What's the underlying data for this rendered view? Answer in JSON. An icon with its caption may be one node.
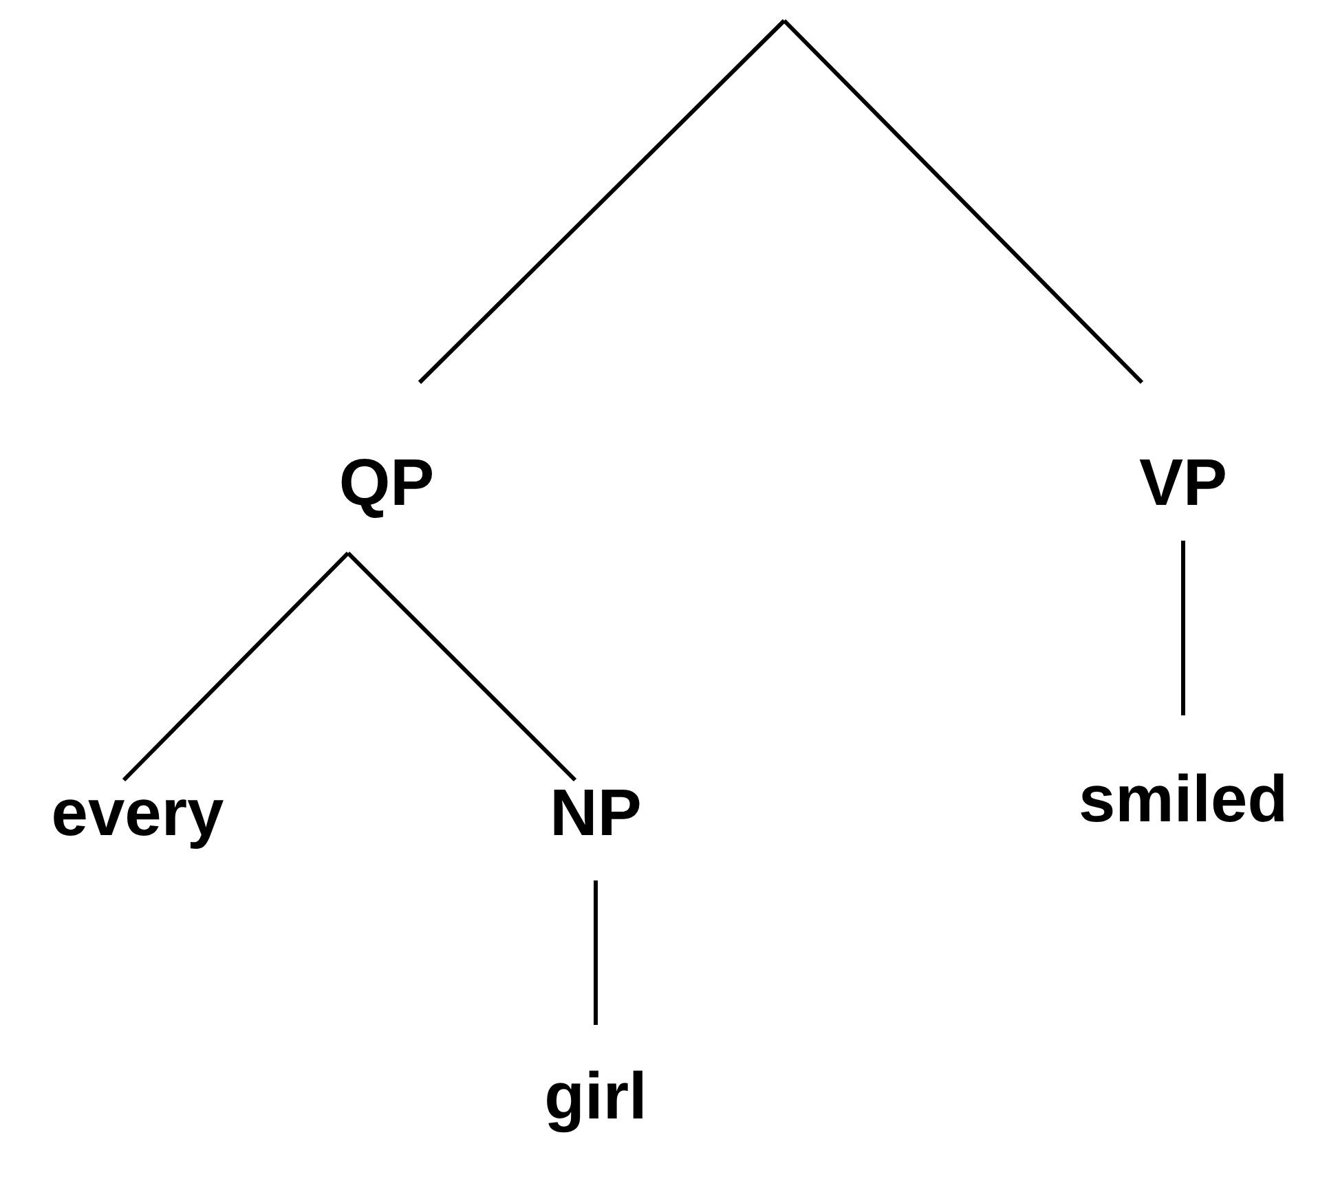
{
  "diagram": {
    "nodes": [
      {
        "text": [
          "QP"
        ]
      },
      {
        "text": [
          "VP"
        ]
      },
      {
        "text": [
          "every"
        ]
      },
      {
        "text": [
          "NP"
        ]
      },
      {
        "text": [
          "smiled"
        ]
      },
      {
        "text": [
          "girl"
        ]
      }
    ],
    "edges": [
      {
        "from": null,
        "to": 0,
        "arrow": "none"
      },
      {
        "from": null,
        "to": 1,
        "arrow": "none"
      },
      {
        "from": 0,
        "to": 2,
        "arrow": "none"
      },
      {
        "from": 0,
        "to": 3,
        "arrow": "none"
      },
      {
        "from": 1,
        "to": 4,
        "arrow": "none"
      },
      {
        "from": 3,
        "to": 5,
        "arrow": "none"
      }
    ]
  }
}
